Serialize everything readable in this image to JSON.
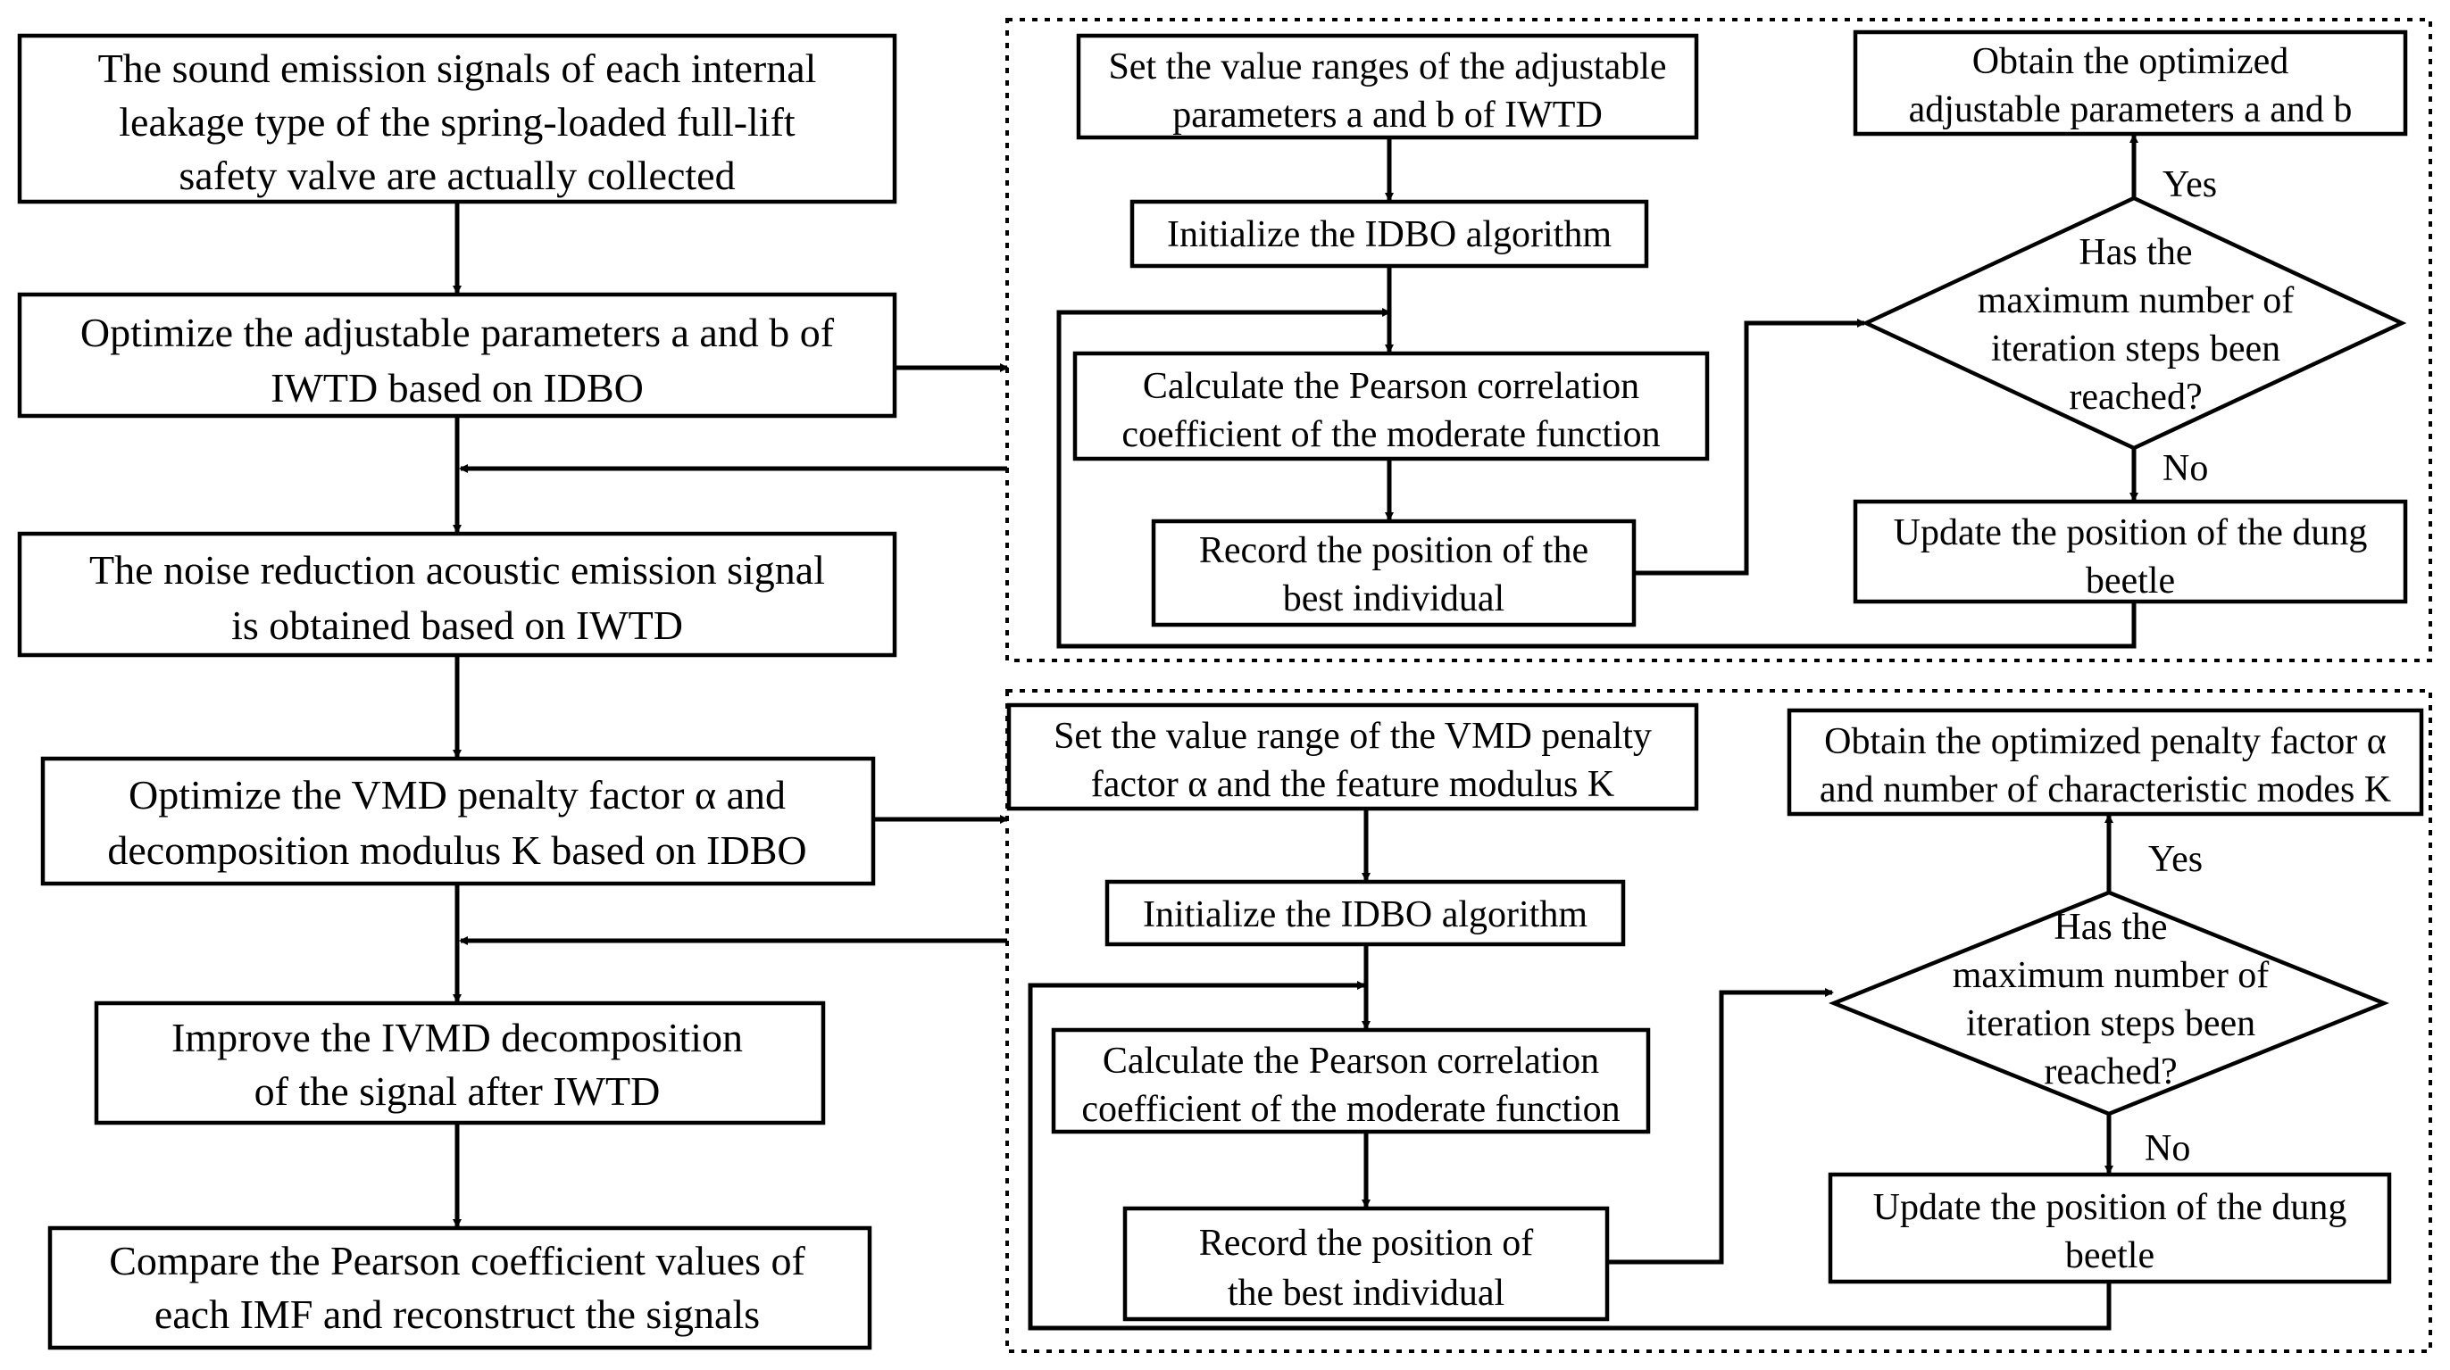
{
  "main_flow": {
    "step1": [
      "The sound emission signals of each internal",
      "leakage type of the spring-loaded  full-lift",
      "safety valve are actually collected"
    ],
    "step2": [
      "Optimize the adjustable parameters a and b of",
      "IWTD based on IDBO"
    ],
    "step3": [
      "The noise reduction acoustic emission signal",
      "is obtained based on IWTD"
    ],
    "step4": [
      "Optimize the VMD penalty factor α and",
      "decomposition modulus K based on IDBO"
    ],
    "step5": [
      "Improve the IVMD decomposition",
      "of the signal after IWTD"
    ],
    "step6": [
      "Compare the Pearson coefficient values of",
      "each IMF and reconstruct the signals"
    ]
  },
  "top_panel": {
    "set_range": [
      "Set the value ranges of the adjustable",
      "parameters a and b of IWTD"
    ],
    "init": "Initialize the IDBO algorithm",
    "calc": [
      "Calculate the Pearson correlation",
      "coefficient of the moderate function"
    ],
    "record": [
      "Record the position of the",
      "best individual"
    ],
    "decision": [
      "Has the",
      "maximum number of",
      "iteration steps been",
      "reached?"
    ],
    "yes": "Yes",
    "no": "No",
    "obtain": [
      "Obtain the optimized",
      "adjustable parameters a and b"
    ],
    "update": [
      "Update the position of the dung",
      "beetle"
    ]
  },
  "bottom_panel": {
    "set_range": [
      "Set the value range of the VMD penalty",
      "factor α and the feature modulus K"
    ],
    "init": "Initialize the IDBO algorithm",
    "calc": [
      "Calculate the Pearson correlation",
      "coefficient of the moderate function"
    ],
    "record": [
      "Record the position of",
      "the best individual"
    ],
    "decision": [
      "Has the",
      "maximum number of",
      "iteration steps been",
      "reached?"
    ],
    "yes": "Yes",
    "no": "No",
    "obtain": [
      "Obtain the optimized penalty factor α",
      "and number of characteristic modes K"
    ],
    "update": [
      "Update the position of the dung",
      "beetle"
    ]
  }
}
